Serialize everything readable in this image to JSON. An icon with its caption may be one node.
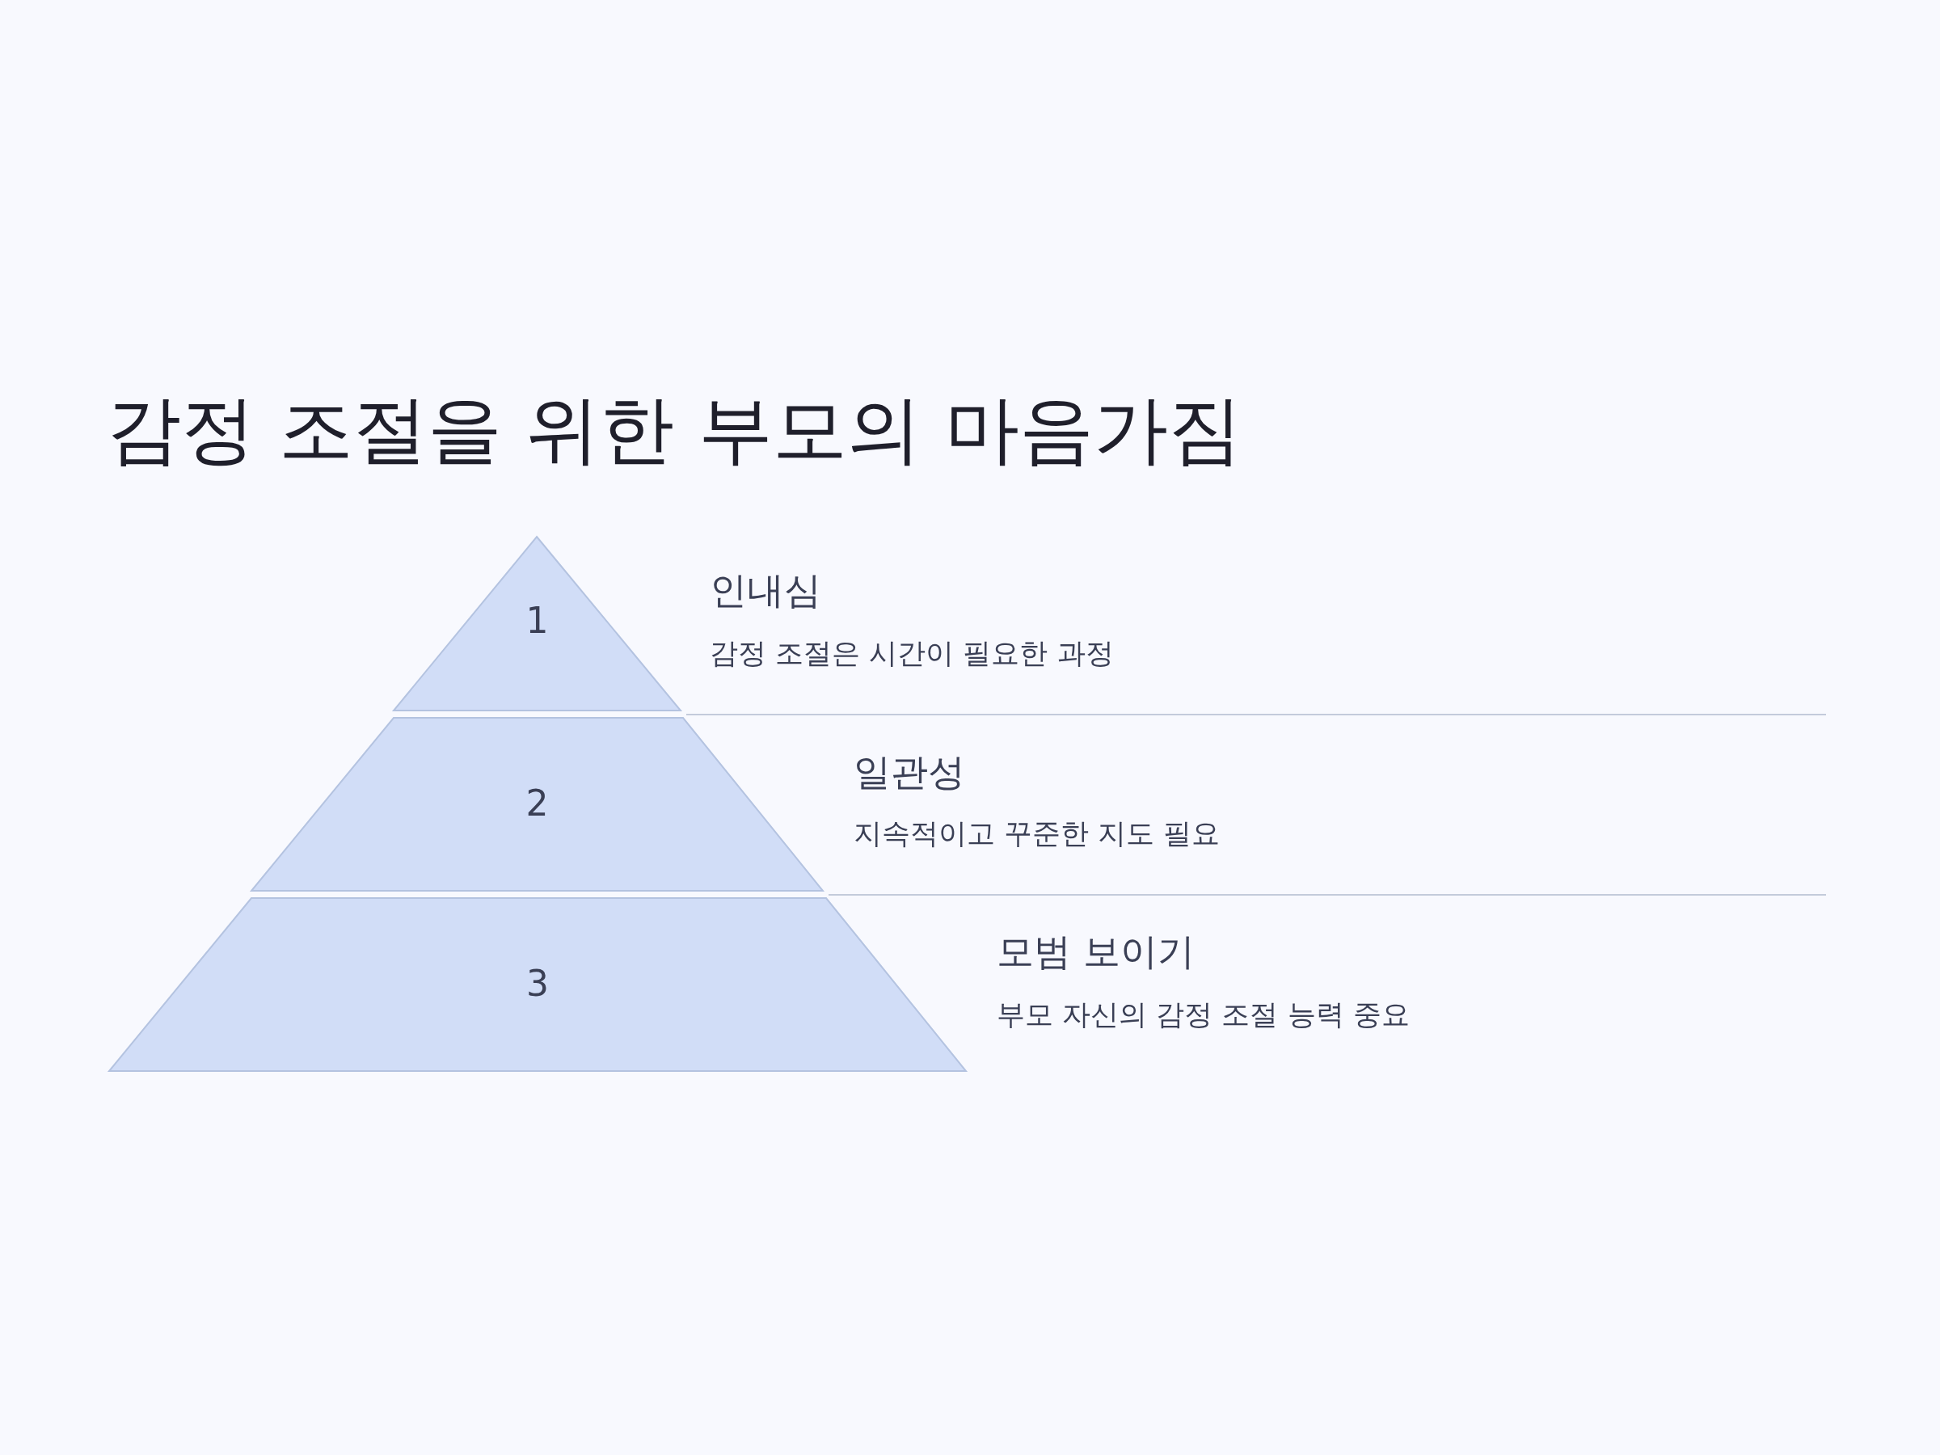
{
  "diagram": {
    "title": "감정 조절을 위한 부모의 마음가짐",
    "nodes": [
      {
        "text": [
          "1"
        ],
        "beside": [
          "인내심",
          "감정 조절은 시간이 필요한 과정"
        ]
      },
      {
        "text": [
          "2"
        ],
        "beside": [
          "일관성",
          "지속적이고 꾸준한 지도 필요"
        ]
      },
      {
        "text": [
          "3"
        ],
        "beside": [
          "모범 보이기",
          "부모 자신의 감정 조절 능력 중요"
        ]
      }
    ]
  }
}
